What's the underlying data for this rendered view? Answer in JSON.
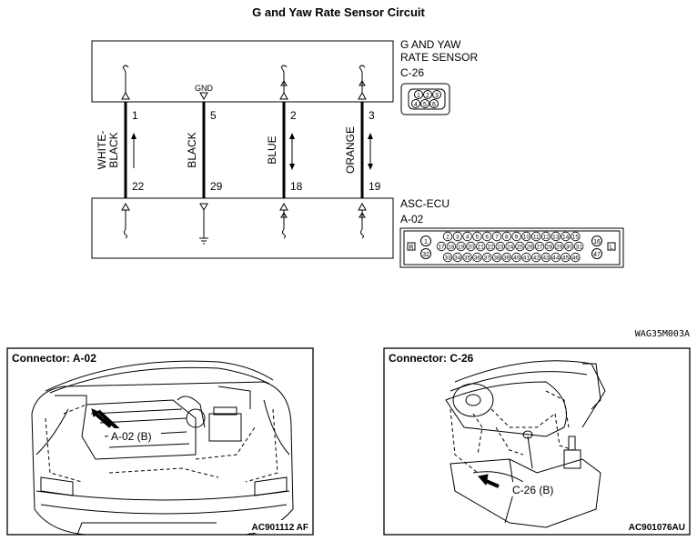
{
  "title": "G and Yaw Rate Sensor Circuit",
  "sensor": {
    "name_line1": "G AND YAW",
    "name_line2": "RATE SENSOR",
    "connector": "C-26",
    "pins": [
      "1",
      "2",
      "3",
      "4",
      "5",
      "6"
    ]
  },
  "ecu": {
    "name": "ASC-ECU",
    "connector": "A-02",
    "top_row": [
      "2",
      "3",
      "4",
      "5",
      "6",
      "7",
      "8",
      "9",
      "10",
      "11",
      "12",
      "13",
      "14",
      "15"
    ],
    "mid_row": [
      "17",
      "18",
      "19",
      "20",
      "21",
      "22",
      "23",
      "24",
      "25",
      "26",
      "27",
      "28",
      "29",
      "30",
      "31"
    ],
    "bot_row": [
      "33",
      "34",
      "35",
      "36",
      "37",
      "38",
      "39",
      "40",
      "41",
      "42",
      "43",
      "44",
      "45",
      "46"
    ],
    "left_pins": [
      "1",
      "32"
    ],
    "right_pins": [
      "16",
      "47"
    ],
    "tag_left": "R",
    "tag_right": "L"
  },
  "gnd_label": "GND",
  "wires": [
    {
      "color_line1": "WHITE-",
      "color_line2": "BLACK",
      "sensor_pin": "1",
      "ecu_pin": "22"
    },
    {
      "color_line1": "BLACK",
      "color_line2": "",
      "sensor_pin": "5",
      "ecu_pin": "29"
    },
    {
      "color_line1": "BLUE",
      "color_line2": "",
      "sensor_pin": "2",
      "ecu_pin": "18"
    },
    {
      "color_line1": "ORANGE",
      "color_line2": "",
      "sensor_pin": "3",
      "ecu_pin": "19"
    }
  ],
  "figure_code": "WAG35M003A",
  "panel_left": {
    "title": "Connector: A-02",
    "callout": "A-02 (B)",
    "code": "AC901112 AF"
  },
  "panel_right": {
    "title": "Connector: C-26",
    "callout": "C-26 (B)",
    "code": "AC901076AU"
  }
}
